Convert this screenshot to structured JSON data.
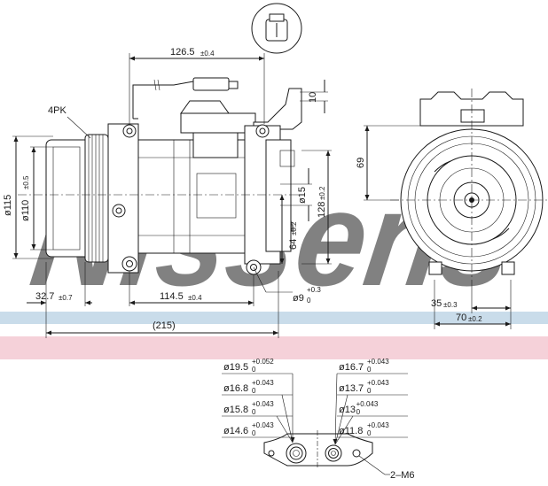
{
  "watermark": {
    "brand": "Nissens",
    "band_top_color": "#c9dcea",
    "band_bottom_color": "#f3c9d2"
  },
  "side_view": {
    "width_top": "126.5",
    "width_top_tol": "±0.4",
    "dim_10": "10",
    "belt": "4PK",
    "dia_115": "ø115",
    "dia_110": "ø110",
    "dia_110_tol": "±0.5",
    "dia_15": "ø15",
    "h_128": "128",
    "h_128_tol": "±0.2",
    "h_64": "64",
    "h_64_tol": "±0.2",
    "dim_32": "32.7",
    "dim_32_tol": "±0.7",
    "dim_114": "114.5",
    "dim_114_tol": "±0.4",
    "dia_9": "ø9",
    "dia_9_tol_up": "+0.3",
    "dia_9_tol_low": "0",
    "overall": "(215)"
  },
  "front_view": {
    "dim_69": "69",
    "dim_35": "35",
    "dim_35_tol": "±0.3",
    "dim_70": "70",
    "dim_70_tol": "±0.2"
  },
  "port_block": {
    "left": [
      {
        "d": "ø19.5",
        "up": "+0.052",
        "low": "0"
      },
      {
        "d": "ø16.8",
        "up": "+0.043",
        "low": "0"
      },
      {
        "d": "ø15.8",
        "up": "+0.043",
        "low": "0"
      },
      {
        "d": "ø14.6",
        "up": "+0.043",
        "low": "0"
      }
    ],
    "right": [
      {
        "d": "ø16.7",
        "up": "+0.043",
        "low": "0"
      },
      {
        "d": "ø13.7",
        "up": "+0.043",
        "low": "0"
      },
      {
        "d": "ø13",
        "up": "+0.043",
        "low": "0"
      },
      {
        "d": "ø11.8",
        "up": "+0.043",
        "low": "0"
      }
    ],
    "thread": "2–M6"
  }
}
